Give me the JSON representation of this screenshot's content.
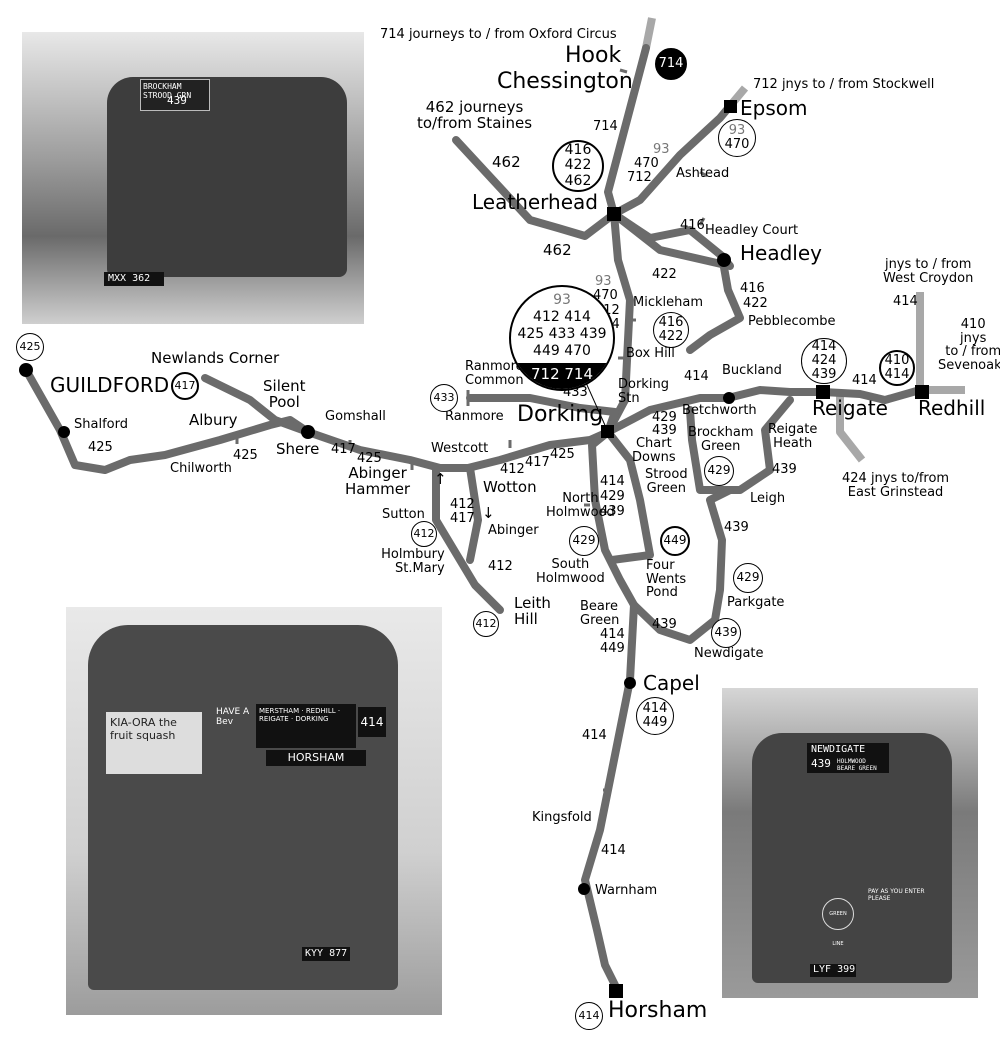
{
  "map": {
    "route_color": "#6b6b6b",
    "external_route_color": "#a8a8a8",
    "towns": {
      "hook": "Hook",
      "chessington": "Chessington",
      "epsom": "Epsom",
      "leatherhead": "Leatherhead",
      "headley": "Headley",
      "dorking": "Dorking",
      "reigate": "Reigate",
      "redhill": "Redhill",
      "guildford": "GUILDFORD",
      "capel": "Capel",
      "horsham": "Horsham"
    },
    "places": {
      "ashtead": "Ashtead",
      "headley_court": "Headley Court",
      "mickleham": "Mickleham",
      "pebblecombe": "Pebblecombe",
      "box_hill": "Box Hill",
      "buckland": "Buckland",
      "betchworth": "Betchworth",
      "brockham_green_1": "Brockham",
      "brockham_green_2": "Green",
      "reigate_heath_1": "Reigate",
      "reigate_heath_2": "Heath",
      "leigh": "Leigh",
      "dorking_stn_1": "Dorking",
      "dorking_stn_2": "Stn",
      "chart_downs_1": "Chart",
      "chart_downs_2": "Downs",
      "strood_green_1": "Strood",
      "strood_green_2": "Green",
      "ranmore_common_1": "Ranmore",
      "ranmore_common_2": "Common",
      "ranmore": "Ranmore",
      "newlands_corner": "Newlands Corner",
      "silent_pool_1": "Silent",
      "silent_pool_2": "Pool",
      "albury": "Albury",
      "shere": "Shere",
      "gomshall": "Gomshall",
      "shalford": "Shalford",
      "chilworth": "Chilworth",
      "westcott": "Westcott",
      "abinger_hammer_1": "Abinger",
      "abinger_hammer_2": "Hammer",
      "wotton": "Wotton",
      "sutton": "Sutton",
      "abinger": "Abinger",
      "holmbury_1": "Holmbury",
      "holmbury_2": "St.Mary",
      "leith_hill_1": "Leith",
      "leith_hill_2": "Hill",
      "north_holmwood_1": "North",
      "north_holmwood_2": "Holmwood",
      "south_holmwood_1": "South",
      "south_holmwood_2": "Holmwood",
      "four_wents_1": "Four",
      "four_wents_2": "Wents",
      "four_wents_3": "Pond",
      "beare_green_1": "Beare",
      "beare_green_2": "Green",
      "parkgate": "Parkgate",
      "newdigate": "Newdigate",
      "kingsfold": "Kingsfold",
      "warnham": "Warnham"
    },
    "notes": {
      "oxford_circus": "714 journeys to / from Oxford Circus",
      "stockwell": "712 jnys to / from Stockwell",
      "staines_1": "462 journeys",
      "staines_2": "to/from Staines",
      "west_croydon_1": "jnys to / from",
      "west_croydon_2": "West Croydon",
      "sevenoaks_1": "410",
      "sevenoaks_2": "jnys",
      "sevenoaks_3": "to / from",
      "sevenoaks_4": "Sevenoaks",
      "east_grinstead_1": "424 jnys to/from",
      "east_grinstead_2": "East Grinstead",
      "arrow_up": "↑",
      "arrow_down": "↓"
    },
    "route_labels": {
      "r714_hook": "714",
      "r462": "462",
      "r462_b": "462",
      "r93_ashtead": "93",
      "r470_ashtead": "470",
      "r712_ashtead": "712",
      "r416_hc": "416",
      "r422_mid": "422",
      "r416_peb": "416",
      "r422_peb": "422",
      "mickle_93": "93",
      "mickle_470": "470",
      "mickle_712": "712",
      "mickle_714": "714",
      "r414_buckland": "414",
      "r414_reigate": "414",
      "r414_wc": "414",
      "r429_439_a": "429",
      "r429_439_b": "439",
      "r439_heath": "439",
      "r439_leigh": "439",
      "r433": "433",
      "r417_shere": "417",
      "r425_shere": "425",
      "r425_shalford": "425",
      "r425_chilworth": "425",
      "r412_westcott": "412",
      "r417_westcott": "417",
      "r425_westcott": "425",
      "r412_sutton": "412",
      "r417_sutton": "417",
      "r412_leith": "412",
      "nh_414": "414",
      "nh_429": "429",
      "nh_439": "439",
      "r439_newdigate": "439",
      "bg_414": "414",
      "bg_449": "449",
      "capel_414": "414",
      "warnham_414": "414"
    },
    "badges": {
      "hook_714": [
        "714"
      ],
      "leatherhead": [
        "416",
        "422",
        "462"
      ],
      "epsom": [
        "93",
        "470"
      ],
      "box_hill": [
        "416",
        "422"
      ],
      "reigate": [
        "414",
        "424",
        "439"
      ],
      "redhill": [
        "410",
        "414"
      ],
      "guildford": [
        "425"
      ],
      "newlands": [
        "417"
      ],
      "ranmore": [
        "433"
      ],
      "sutton": [
        "412"
      ],
      "leith_hill": [
        "412"
      ],
      "brockham": [
        "429"
      ],
      "north_holmwood": [
        "429"
      ],
      "four_wents": [
        "449"
      ],
      "parkgate": [
        "429"
      ],
      "newdigate": [
        "439"
      ],
      "capel": [
        "414",
        "449"
      ],
      "horsham": [
        "414"
      ]
    },
    "dorking_badge": {
      "grey_row": "93",
      "row1": "412 414",
      "row2": "425 433 439",
      "row3": "449 470",
      "dark_row": "712 714"
    }
  },
  "photos": {
    "top_left": {
      "destination": "BROCKHAM STROOD GRN",
      "route": "439",
      "plate": "MXX 362"
    },
    "bottom_left": {
      "via": "MERSTHAM · REDHILL · REIGATE · DORKING",
      "route": "414",
      "destination": "HORSHAM",
      "advert": "KIA-ORA the fruit squash",
      "advert2": "HAVE A Bev",
      "plate": "KYY 877"
    },
    "bottom_right": {
      "destination": "NEWDIGATE",
      "route": "439",
      "via": "HOLMWOOD BEARE GREEN",
      "notice": "PAY AS YOU ENTER PLEASE",
      "brand": "GREEN LINE",
      "plate": "LYF 399"
    }
  }
}
